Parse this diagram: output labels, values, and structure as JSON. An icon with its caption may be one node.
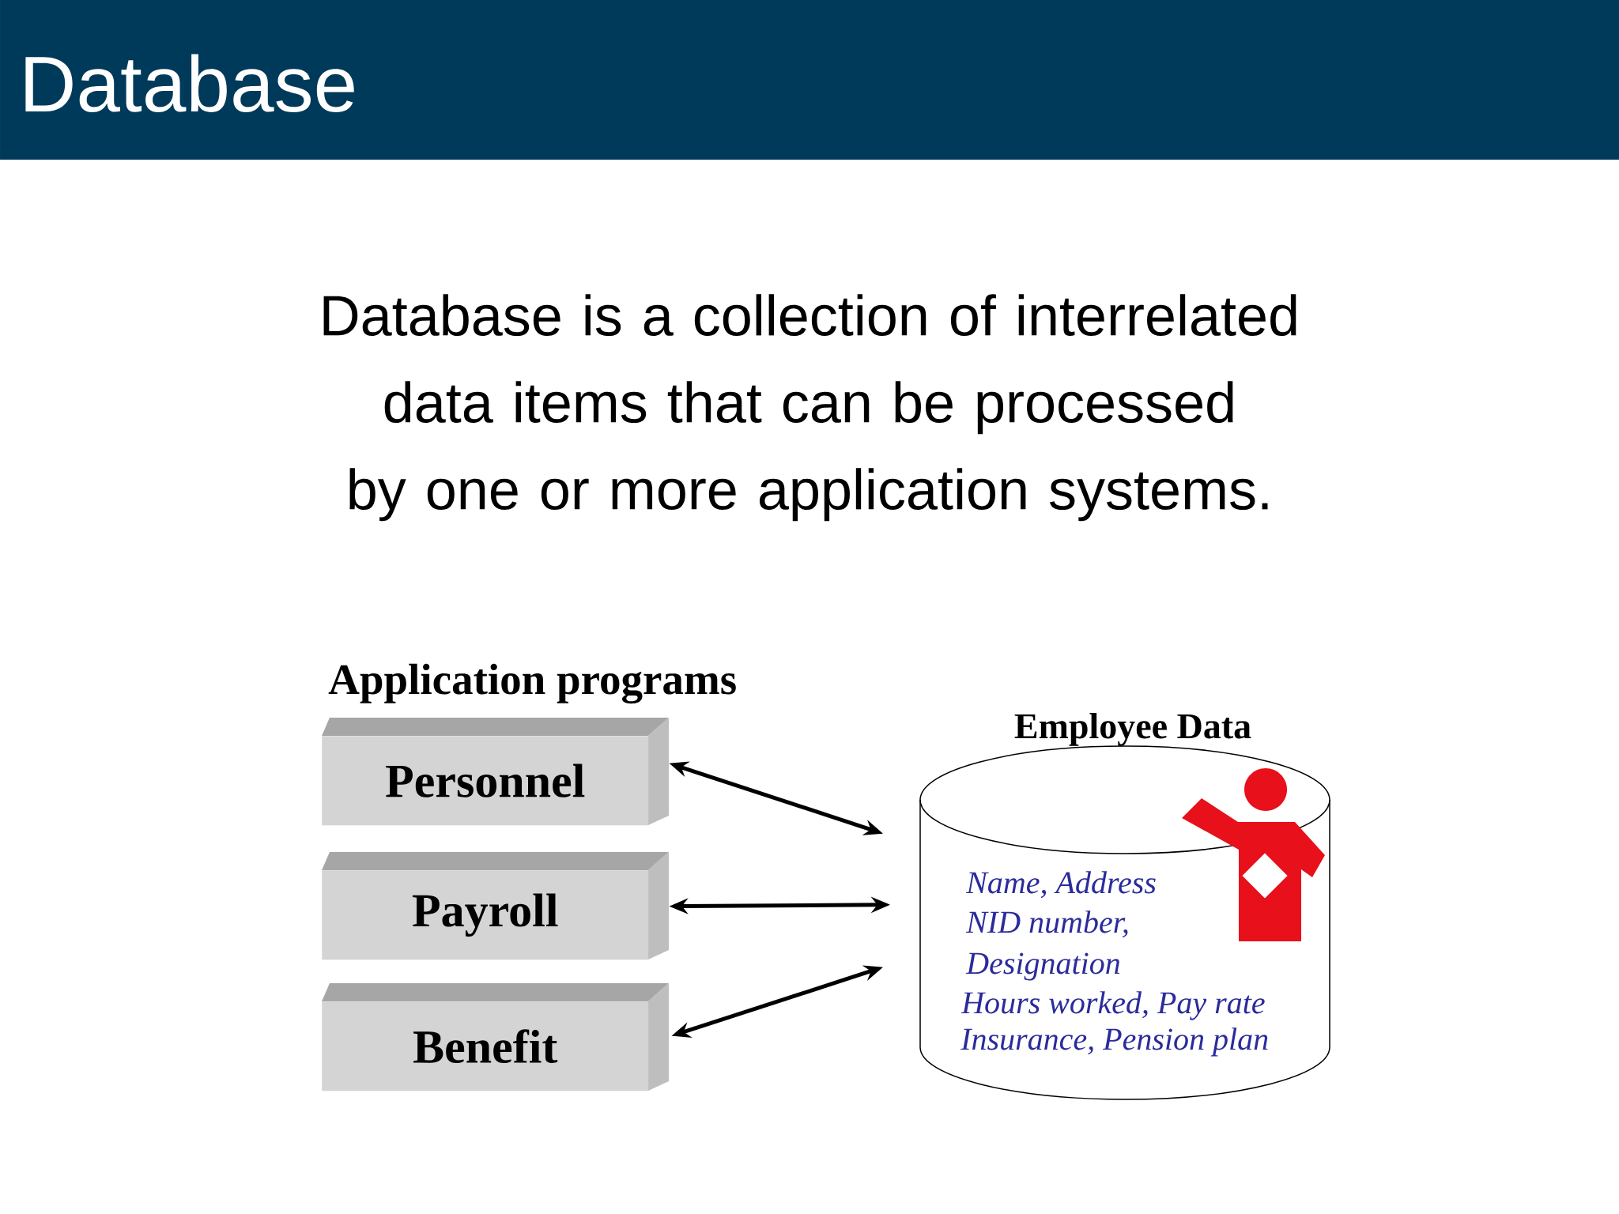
{
  "diagram": {
    "title": "Database",
    "nodes": [
      {
        "text": [
          "Personnel"
        ]
      },
      {
        "text": [
          "Payroll"
        ]
      },
      {
        "text": [
          "Benefit"
        ]
      },
      {
        "text": [
          "Employee Data",
          "Name, Address",
          "NID number,",
          "Designation",
          "Hours worked, Pay rate",
          "Insurance, Pension plan"
        ]
      }
    ],
    "edges": [
      {
        "from": 0,
        "to": 3,
        "arrow": "both"
      },
      {
        "from": 1,
        "to": 3,
        "arrow": "both"
      },
      {
        "from": 2,
        "to": 3,
        "arrow": "both"
      }
    ],
    "labels": [
      "Database is a collection of interrelated data items that can be processed by one or more application systems.",
      "Application programs"
    ]
  }
}
